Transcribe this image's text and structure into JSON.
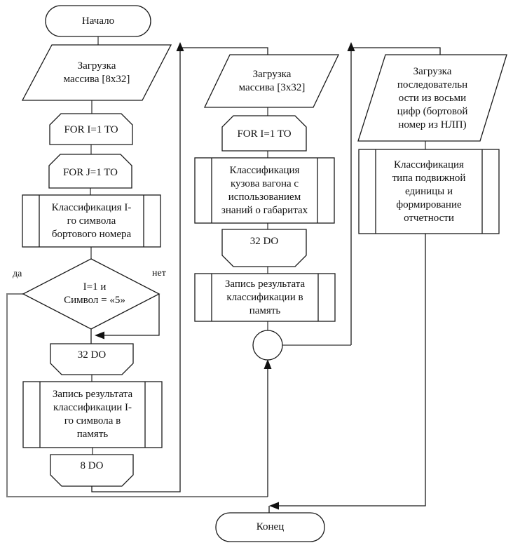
{
  "diagram": {
    "type": "flowchart",
    "language": "ru",
    "colors": {
      "background": "#ffffff",
      "shape_outline": "#1a1a1a",
      "connector_gray": "#7f7f7f",
      "arrow_fill": "#111111"
    },
    "nodes": {
      "start": {
        "shape": "terminator",
        "label": "Начало"
      },
      "load_array_8x32": {
        "shape": "parallelogram-io",
        "label": "Загрузка\nмассива [8x32]"
      },
      "for_i_outer": {
        "shape": "loop-begin",
        "label": "FOR I=1 TO"
      },
      "for_j": {
        "shape": "loop-begin",
        "label": "FOR J=1 TO"
      },
      "classify_symbol": {
        "shape": "predefined-process",
        "label": "Классификация I-\nго символа\nбортового номера"
      },
      "decision": {
        "shape": "diamond",
        "label": "I=1 и\nСимвол = «5»"
      },
      "do_32_outer": {
        "shape": "loop-end",
        "label": "32 DO"
      },
      "write_symbol": {
        "shape": "predefined-process",
        "label": "Запись результата\nклассификации I-\nго символа в\nпамять"
      },
      "do_8": {
        "shape": "loop-end",
        "label": "8 DO"
      },
      "load_array_3x32": {
        "shape": "parallelogram-io",
        "label": "Загрузка\nмассива [3x32]"
      },
      "for_i_mid": {
        "shape": "loop-begin",
        "label": "FOR I=1 TO"
      },
      "classify_body": {
        "shape": "predefined-process",
        "label": "Классификация\nкузова вагона с\nиспользованием\nзнаний о габаритах"
      },
      "do_32_mid": {
        "shape": "loop-end",
        "label": "32 DO"
      },
      "write_result": {
        "shape": "predefined-process",
        "label": "Запись результата\nклассификации в\nпамять"
      },
      "junction": {
        "shape": "connector-circle",
        "label": ""
      },
      "load_sequence": {
        "shape": "parallelogram-io",
        "label": "Загрузка\nпоследовательн\nости из восьми\nцифр (бортовой\nномер из НЛП)"
      },
      "classify_type": {
        "shape": "predefined-process",
        "label": "Классификация\nтипа подвижной\nединицы  и\nформирование\nотчетности"
      },
      "end": {
        "shape": "terminator",
        "label": "Конец"
      }
    },
    "branch_labels": {
      "yes": "да",
      "no": "нет"
    }
  }
}
